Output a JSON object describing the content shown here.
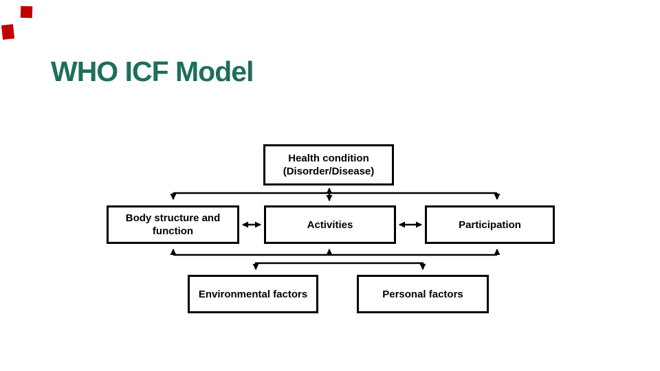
{
  "slide": {
    "title": "WHO ICF Model",
    "title_color": "#1e6e5c",
    "accent_square_color": "#c00000",
    "background_color": "#ffffff"
  },
  "diagram": {
    "line_color": "#000000",
    "boxes": {
      "health_condition": {
        "line1": "Health condition",
        "line2": "(Disorder/Disease)"
      },
      "body_structure": {
        "label": "Body structure and function"
      },
      "activities": {
        "label": "Activities"
      },
      "participation": {
        "label": "Participation"
      },
      "environmental": {
        "label": "Environmental factors"
      },
      "personal": {
        "label": "Personal factors"
      }
    },
    "relations": [
      "Health condition <-> Activities",
      "Health condition -> Body structure and function",
      "Health condition -> Participation",
      "Body structure and function <-> Activities",
      "Activities <-> Participation",
      "Lower band -> Body structure and function",
      "Lower band -> Activities",
      "Lower band -> Participation",
      "Lower band -> Environmental factors",
      "Lower band -> Personal factors"
    ]
  }
}
